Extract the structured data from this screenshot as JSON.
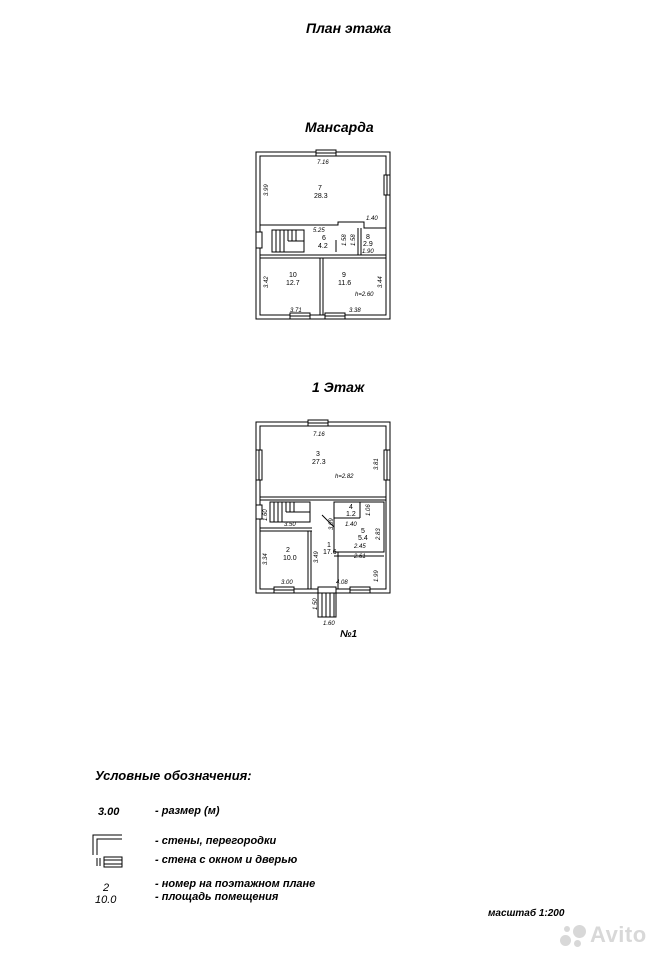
{
  "titles": {
    "main": "План этажа",
    "attic": "Мансарда",
    "first": "1 Этаж"
  },
  "attic": {
    "rooms": [
      {
        "num": "7",
        "area": "28.3"
      },
      {
        "num": "6",
        "area": "4.2"
      },
      {
        "num": "8",
        "area": "2.9"
      },
      {
        "num": "10",
        "area": "12.7"
      },
      {
        "num": "9",
        "area": "11.6"
      }
    ],
    "dims": [
      "7.16",
      "3.99",
      "1.40",
      "5.25",
      "1.58",
      "1.58",
      "1.90",
      "3.42",
      "3.44",
      "3.71",
      "3.38"
    ],
    "height": "h=2.60"
  },
  "first": {
    "rooms": [
      {
        "num": "3",
        "area": "27.3"
      },
      {
        "num": "4",
        "area": "1.2"
      },
      {
        "num": "5",
        "area": "5.4"
      },
      {
        "num": "2",
        "area": "10.0"
      },
      {
        "num": "1",
        "area": "17.6"
      }
    ],
    "dims": [
      "7.16",
      "3.81",
      "1.60",
      "3.50",
      "1.40",
      "1.06",
      "2.83",
      "3.09",
      "2.45",
      "2.61",
      "3.34",
      "3.49",
      "1.99",
      "3.00",
      "4.08",
      "1.50",
      "1.60"
    ],
    "height": "h=2.82",
    "entrance": "№1"
  },
  "legend": {
    "title": "Условные обозначения:",
    "size_sample": "3.00",
    "size_label": "- размер  (м)",
    "walls_label": "- стены, перегородки",
    "window_label": "- стена с окном и дверью",
    "num_sample": "2",
    "area_sample": "10.0",
    "num_label": "- номер на поэтажном плане",
    "area_label": "- площадь помещения"
  },
  "scale": "масштаб 1:200",
  "watermark": "Avito"
}
